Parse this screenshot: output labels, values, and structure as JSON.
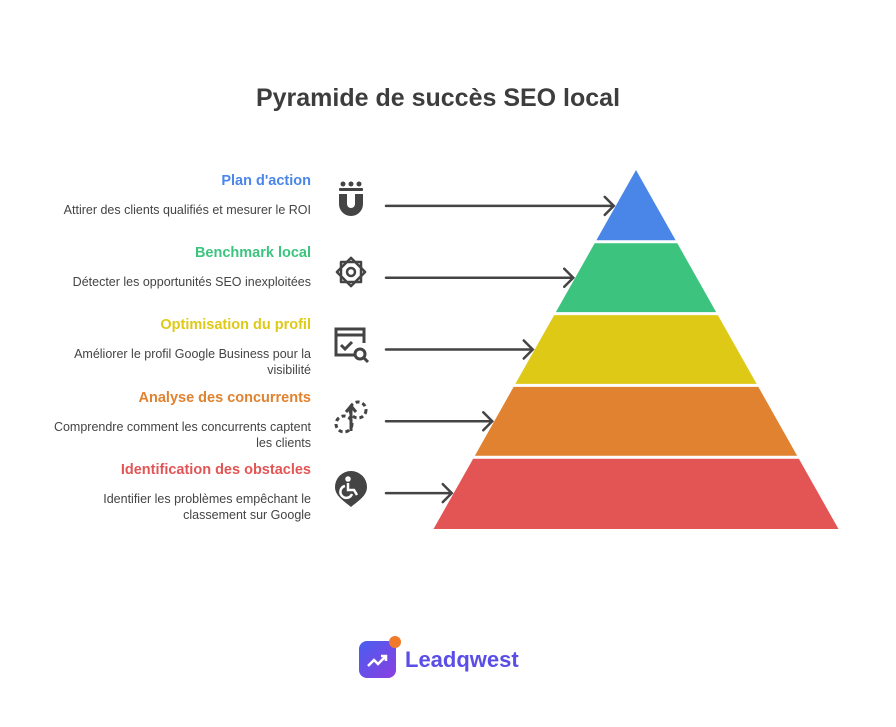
{
  "title": "Pyramide de succès SEO local",
  "layers": [
    {
      "title": "Plan d'action",
      "description": "Attirer des clients qualifiés et mesurer le ROI",
      "color": "#4a86e8",
      "icon": "magnet-people-icon"
    },
    {
      "title": "Benchmark local",
      "description": "Détecter les opportunités SEO inexploitées",
      "color": "#3cc47f",
      "icon": "flower-pattern-icon"
    },
    {
      "title": "Optimisation du profil",
      "description": "Améliorer le profil Google Business pour la visibilité",
      "color": "#dfc917",
      "icon": "browser-check-search-icon"
    },
    {
      "title": "Analyse des concurrents",
      "description": "Comprendre comment les concurrents captent les clients",
      "color": "#e0822f",
      "icon": "dashed-arrow-up-icon"
    },
    {
      "title": "Identification des obstacles",
      "description": "Identifier les problèmes empêchant le classement sur Google",
      "color": "#e35555",
      "icon": "accessibility-pin-icon"
    }
  ],
  "brand": {
    "name": "Leadqwest"
  }
}
